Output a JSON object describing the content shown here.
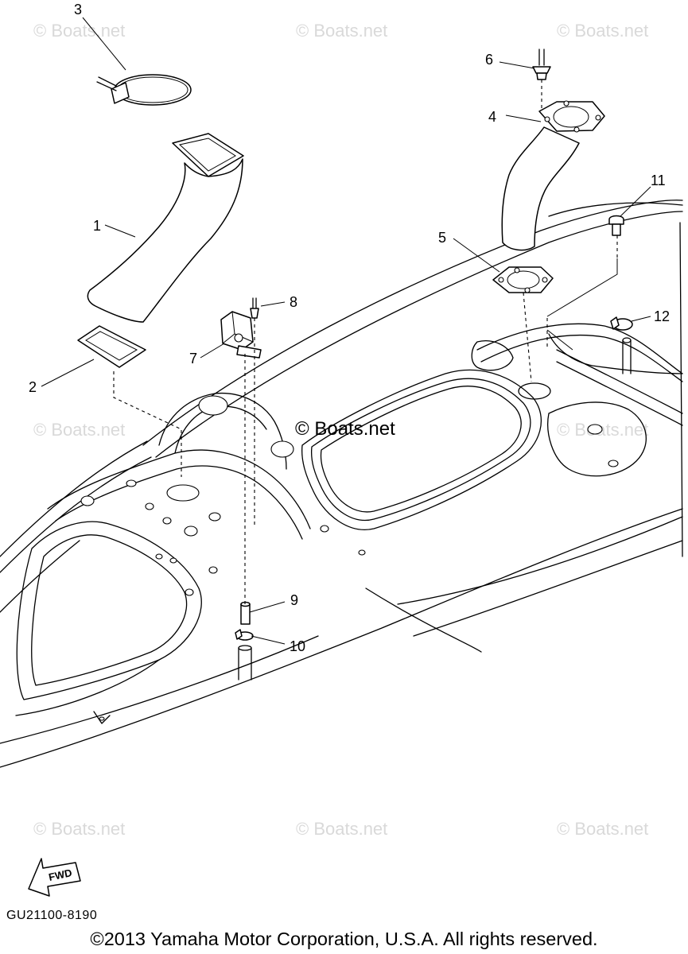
{
  "watermarks": {
    "text": "© Boats.net",
    "center_text": "© Boats.net"
  },
  "callouts": [
    "1",
    "2",
    "3",
    "4",
    "5",
    "6",
    "7",
    "8",
    "9",
    "10",
    "11",
    "12"
  ],
  "fwd_label": "FWD",
  "diagram_code": "GU21100-8190",
  "copyright": "©2013 Yamaha Motor Corporation, U.S.A. All rights reserved.",
  "icons": {
    "fwd": "fwd-arrow-icon"
  }
}
